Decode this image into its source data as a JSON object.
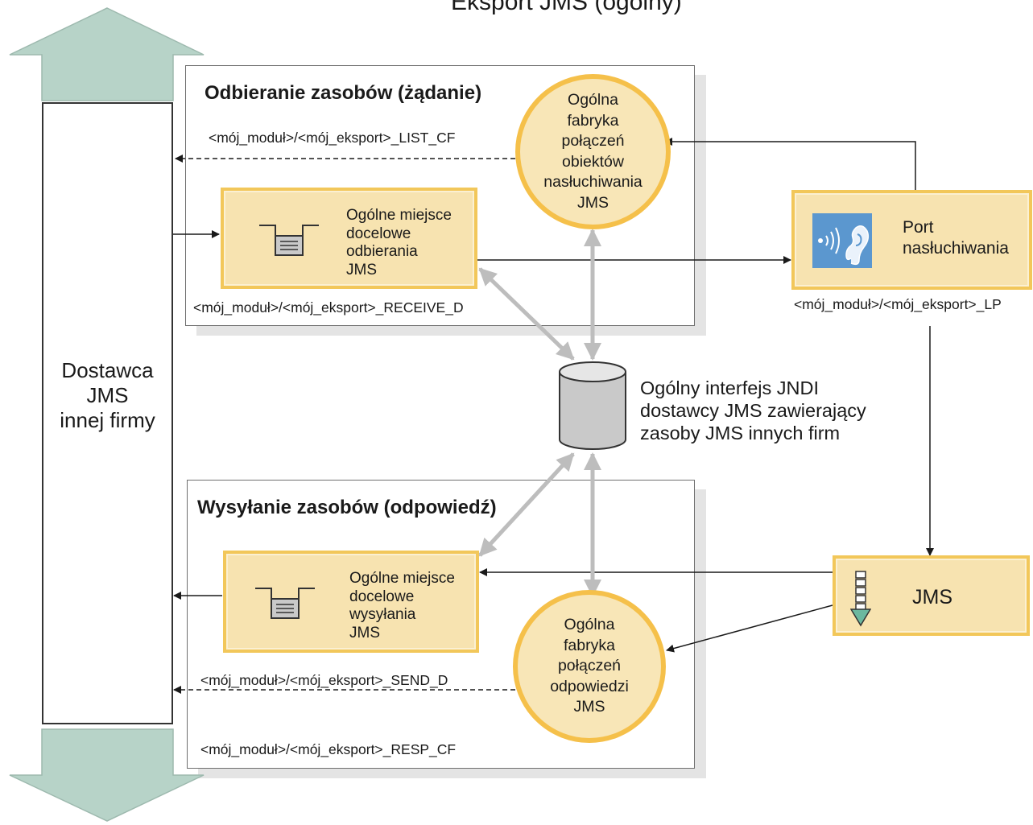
{
  "diagram": {
    "title": "Eksport JMS (ogólny)",
    "provider": "Dostawca\nJMS\ninnej firmy",
    "receive_group": {
      "title": "Odbieranie zasobów (żądanie)",
      "list_cf_label": "<mój_moduł>/<mój_eksport>_LIST_CF",
      "receive_dest_box": "Ogólne miejsce\ndocelowe\nodbierania\nJMS",
      "receive_dest_label": "<mój_moduł>/<mój_eksport>_RECEIVE_D",
      "listener_cf_circle": "Ogólna\nfabryka\npołączeń\nobiektów\nnasłuchiwania\nJMS"
    },
    "listener_port": {
      "label": "Port\nnasłuchiwania",
      "resource_label": "<mój_moduł>/<mój_eksport>_LP"
    },
    "jndi": {
      "label": "Ogólny interfejs JNDI\ndostawcy JMS zawierający\nzasoby JMS innych firm"
    },
    "send_group": {
      "title": "Wysyłanie zasobów (odpowiedź)",
      "send_dest_box": "Ogólne miejsce\ndocelowe\nwysyłania\nJMS",
      "send_dest_label": "<mój_moduł>/<mój_eksport>_SEND_D",
      "resp_cf_circle": "Ogólna\nfabryka\npołączeń\nodpowiedzi\nJMS",
      "resp_cf_label": "<mój_moduł>/<mój_eksport>_RESP_CF"
    },
    "jms_component": {
      "label": "JMS"
    },
    "colors": {
      "box_fill": "#f7e3b0",
      "box_border": "#f2c75a",
      "circle_border": "#f5c04a",
      "provider_arrow": "#b7d3c8",
      "bidirectional_arrow": "#bdbdbd",
      "listener_icon": "#5b97cf"
    }
  }
}
